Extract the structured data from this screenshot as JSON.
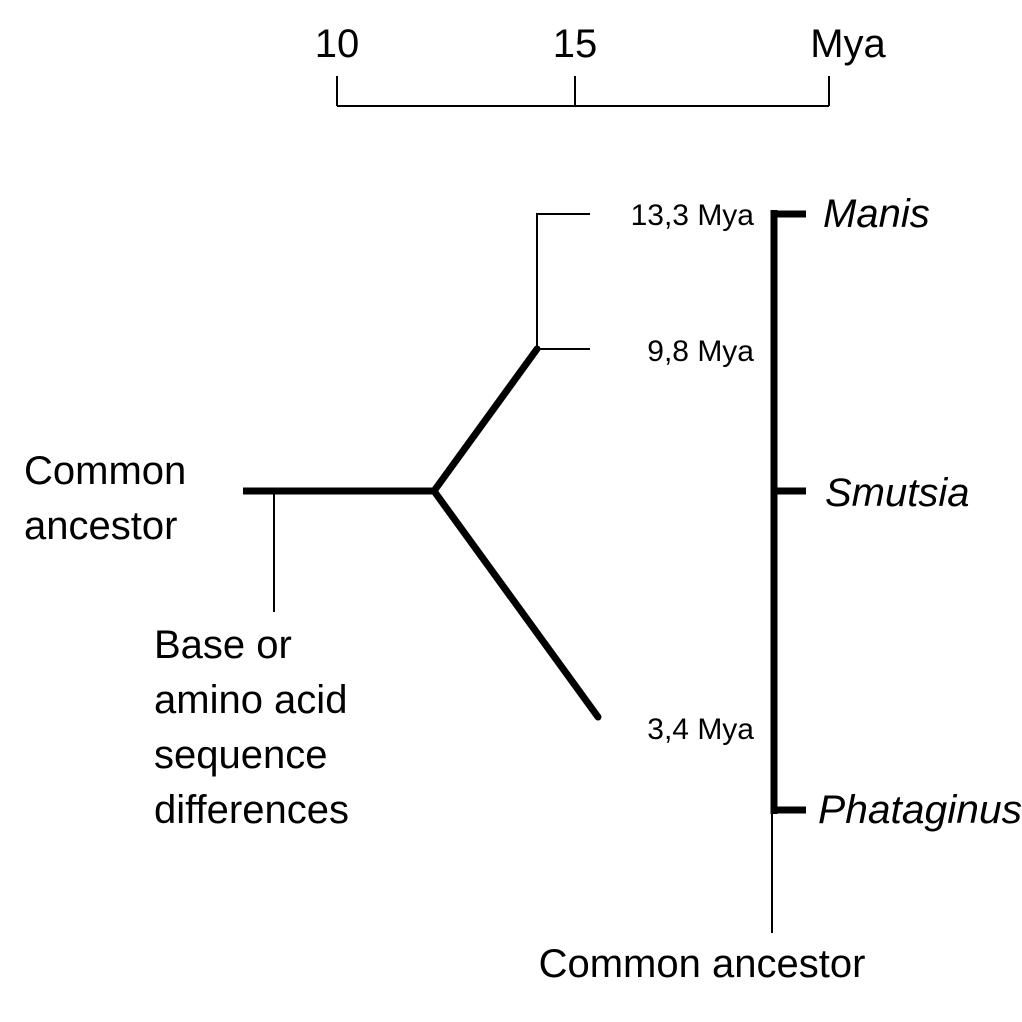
{
  "scale": {
    "ticks": [
      "10",
      "15"
    ],
    "unit": "Mya"
  },
  "left_tree": {
    "root_label_line1": "Common",
    "root_label_line2": "ancestor",
    "branch_length_label": [
      "Base or",
      "amino acid",
      "sequence",
      "differences"
    ],
    "node_labels": [
      "13,3 Mya",
      "9,8 Mya",
      "3,4 Mya"
    ]
  },
  "right_tree": {
    "taxa": [
      "Manis",
      "Smutsia",
      "Phataginus"
    ],
    "root_label": "Common ancestor"
  }
}
